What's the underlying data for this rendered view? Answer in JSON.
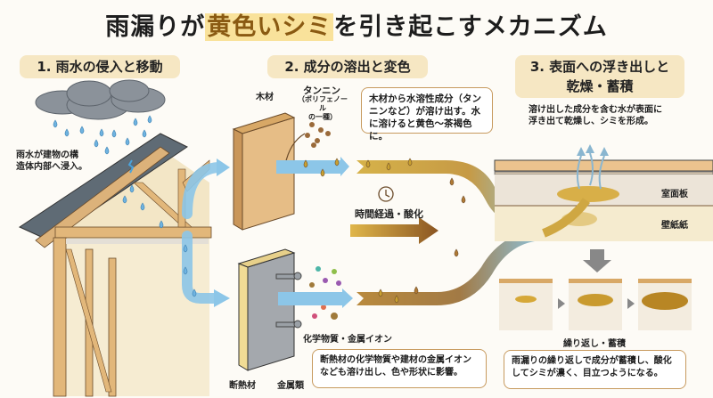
{
  "title": {
    "prefix": "雨漏りが",
    "highlight": "黄色いシミ",
    "suffix": "を引き起こすメカニズム"
  },
  "sections": [
    {
      "label": "1. 雨水の侵入と移動"
    },
    {
      "label": "2. 成分の溶出と変色"
    },
    {
      "label_line1": "3. 表面への浮き出しと",
      "label_line2": "乾燥・蓄積"
    }
  ],
  "step1": {
    "note_line1": "雨水が建物の構",
    "note_line2": "造体内部へ浸入。"
  },
  "step2": {
    "wood_label": "木材",
    "tannin_label": "タンニン",
    "tannin_sub1": "（ポリフェノール",
    "tannin_sub2": "の一種）",
    "bubble_top_lines": [
      "木材から水溶性成分（タン",
      "ニンなど）が溶け出す。水",
      "に溶けると黄色〜茶褐色に。"
    ],
    "time_label": "時間経過・酸化",
    "chem_label": "化学物質・金属イオン",
    "insulation_label": "断熱材",
    "metal_label": "金属類",
    "bubble_bottom_lines": [
      "断熱材の化学物質や建材の金属イオン",
      "なども溶け出し、色や形状に影響。"
    ]
  },
  "step3": {
    "desc_line1": "溶け出した成分を含む水が表面に",
    "desc_line2": "浮き出て乾燥し、シミを形成。",
    "ceiling_label": "室面板",
    "wallpaper_label": "壁紙紙",
    "repeat_label": "繰り返し・蓄積",
    "bubble_lines": [
      "雨漏りの繰り返しで成分が蓄積し、酸化",
      "してシミが濃く、目立つようになる。"
    ]
  },
  "colors": {
    "water": "#7fc0e6",
    "stain": "#c9a030",
    "brown": "#8a5a22",
    "section_bg": "#f6e7c3",
    "wood": "#e2b77a"
  }
}
